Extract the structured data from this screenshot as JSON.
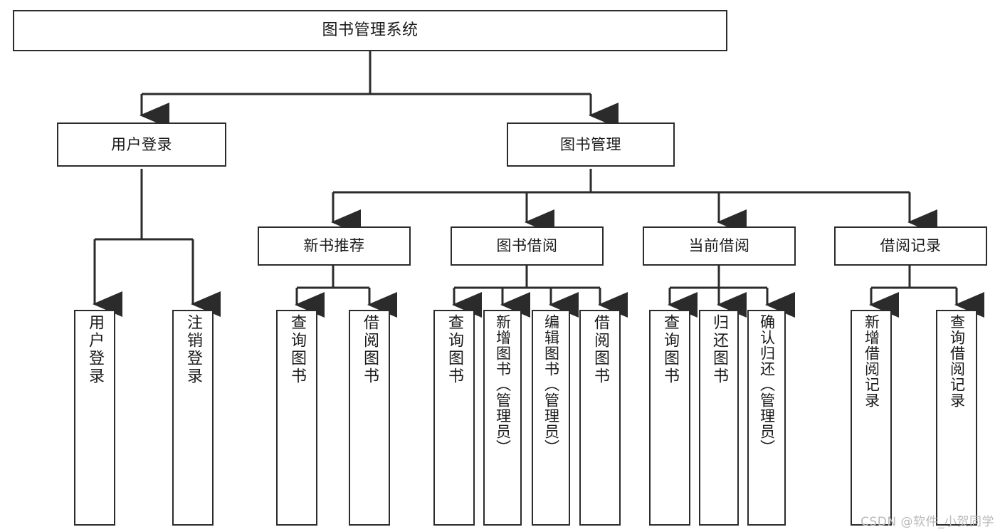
{
  "diagram": {
    "title": "图书管理系统",
    "type": "tree-hierarchy",
    "root": {
      "label": "图书管理系统"
    },
    "level2": [
      {
        "label": "用户登录"
      },
      {
        "label": "图书管理"
      }
    ],
    "level3": [
      {
        "label": "新书推荐"
      },
      {
        "label": "图书借阅"
      },
      {
        "label": "当前借阅"
      },
      {
        "label": "借阅记录"
      }
    ],
    "leaves": {
      "user_login": [
        {
          "label": "用户登录"
        },
        {
          "label": "注销登录"
        }
      ],
      "new_book_recommend": [
        {
          "label": "查询图书"
        },
        {
          "label": "借阅图书"
        }
      ],
      "book_borrow": [
        {
          "label": "查询图书"
        },
        {
          "label": "新增图书（管理员）"
        },
        {
          "label": "编辑图书（管理员）"
        },
        {
          "label": "借阅图书"
        }
      ],
      "current_borrow": [
        {
          "label": "查询图书"
        },
        {
          "label": "归还图书"
        },
        {
          "label": "确认归还（管理员）"
        }
      ],
      "borrow_record": [
        {
          "label": "新增借阅记录"
        },
        {
          "label": "查询借阅记录"
        }
      ]
    }
  },
  "watermark": {
    "text": "CSDN @软件_小贺同学"
  },
  "colors": {
    "stroke": "#2b2b2b",
    "background": "#ffffff",
    "text": "#1a1a1a",
    "watermark": "#b9b9b9"
  }
}
